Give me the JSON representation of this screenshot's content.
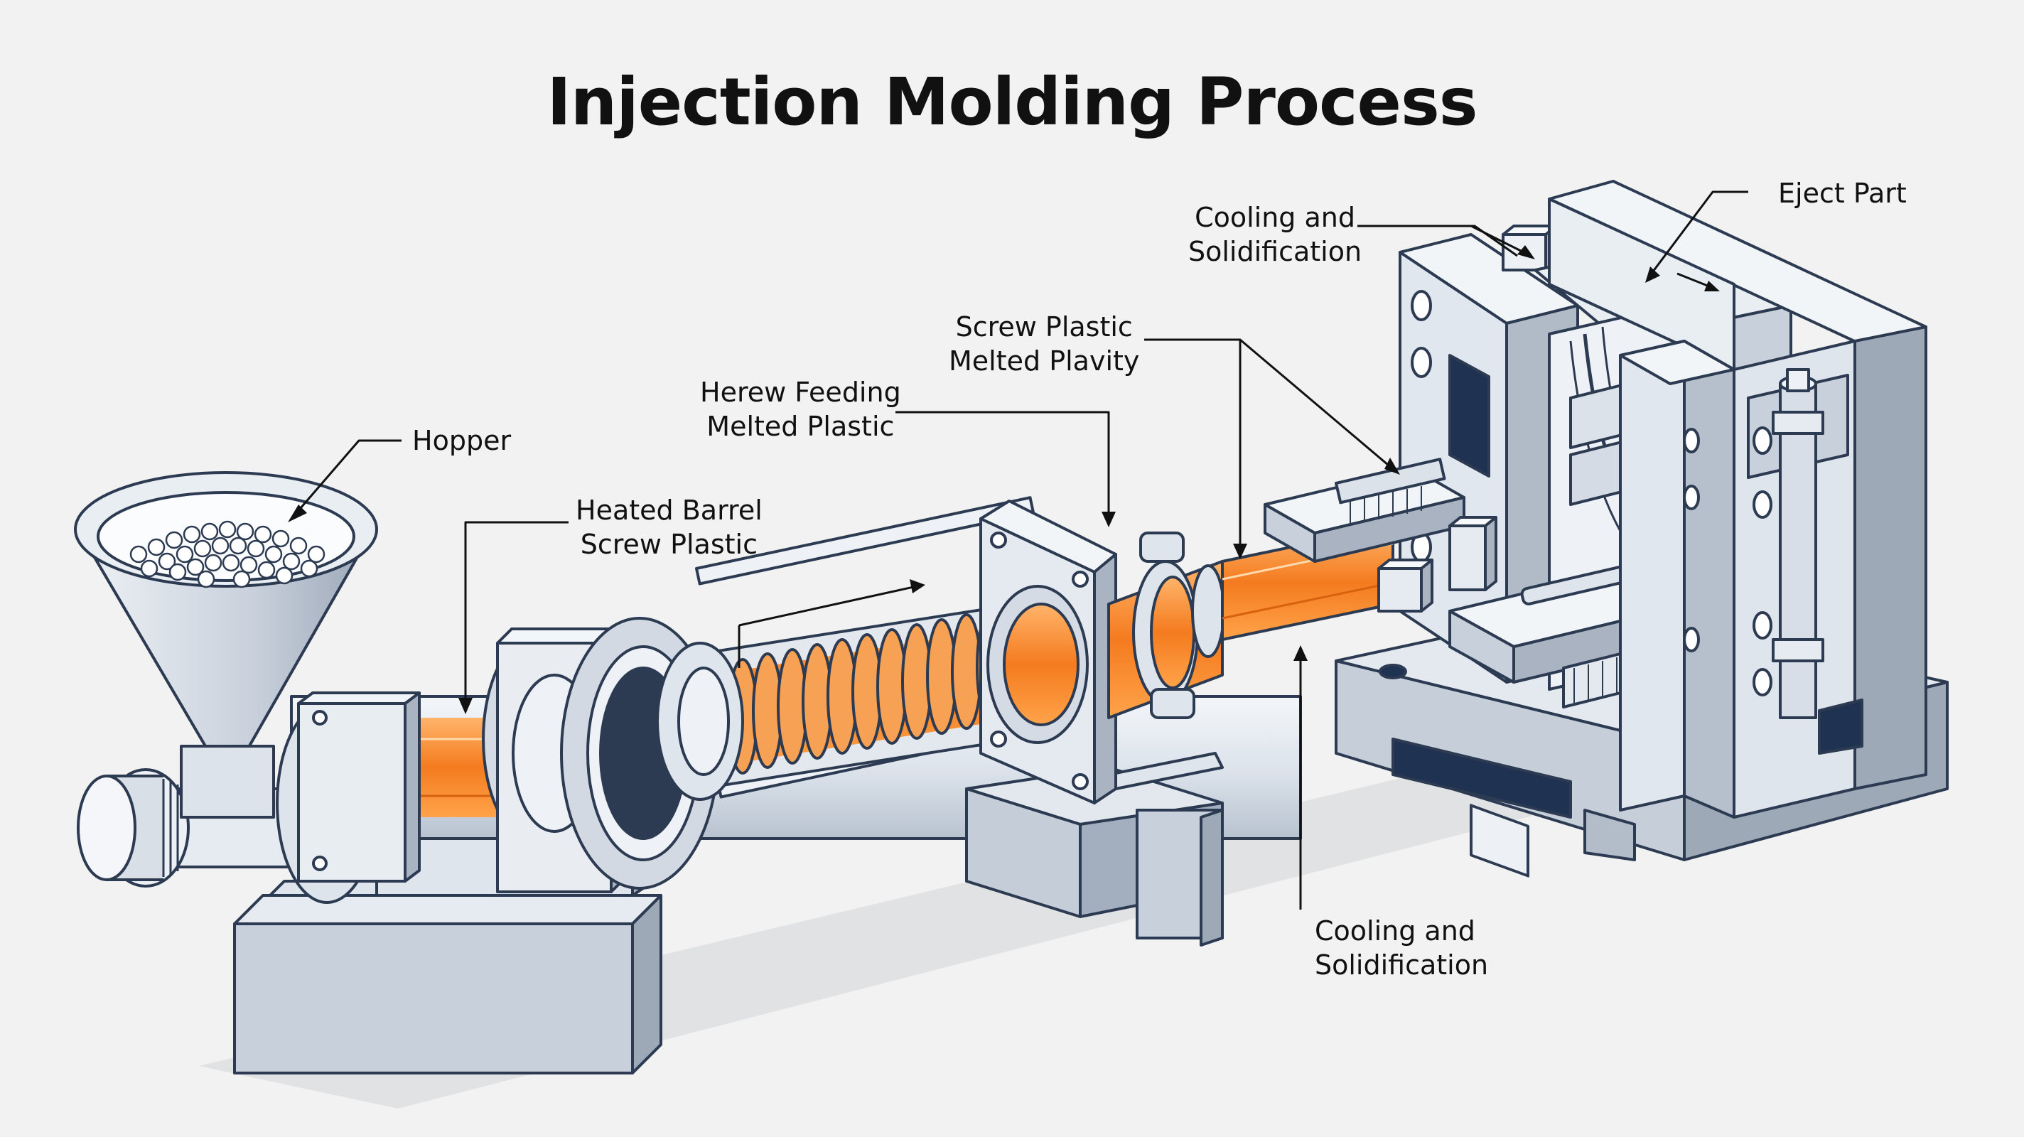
{
  "title": "Injection Molding Process",
  "labels": {
    "hopper": "Hopper",
    "heated_barrel": [
      "Heated Barrel",
      "Screw Plastic"
    ],
    "screw_feeding": [
      "Herew Feeding",
      "Melted Plastic"
    ],
    "screw_plastic": [
      "Screw Plastic",
      "Melted Plavity"
    ],
    "cooling_top": [
      "Cooling and",
      "Solidification"
    ],
    "eject": "Eject Part",
    "cooling_bottom": [
      "Cooling and",
      "Solidification"
    ]
  },
  "colors": {
    "background": "#f1f2f1",
    "metal_light": "#e4e9ef",
    "metal_mid": "#c3cbd7",
    "metal_dark": "#8f9bad",
    "outline": "#2c3a52",
    "melt": "#f47b1f",
    "melt_light": "#ffb46a",
    "cavity_dark": "#1f3252"
  }
}
